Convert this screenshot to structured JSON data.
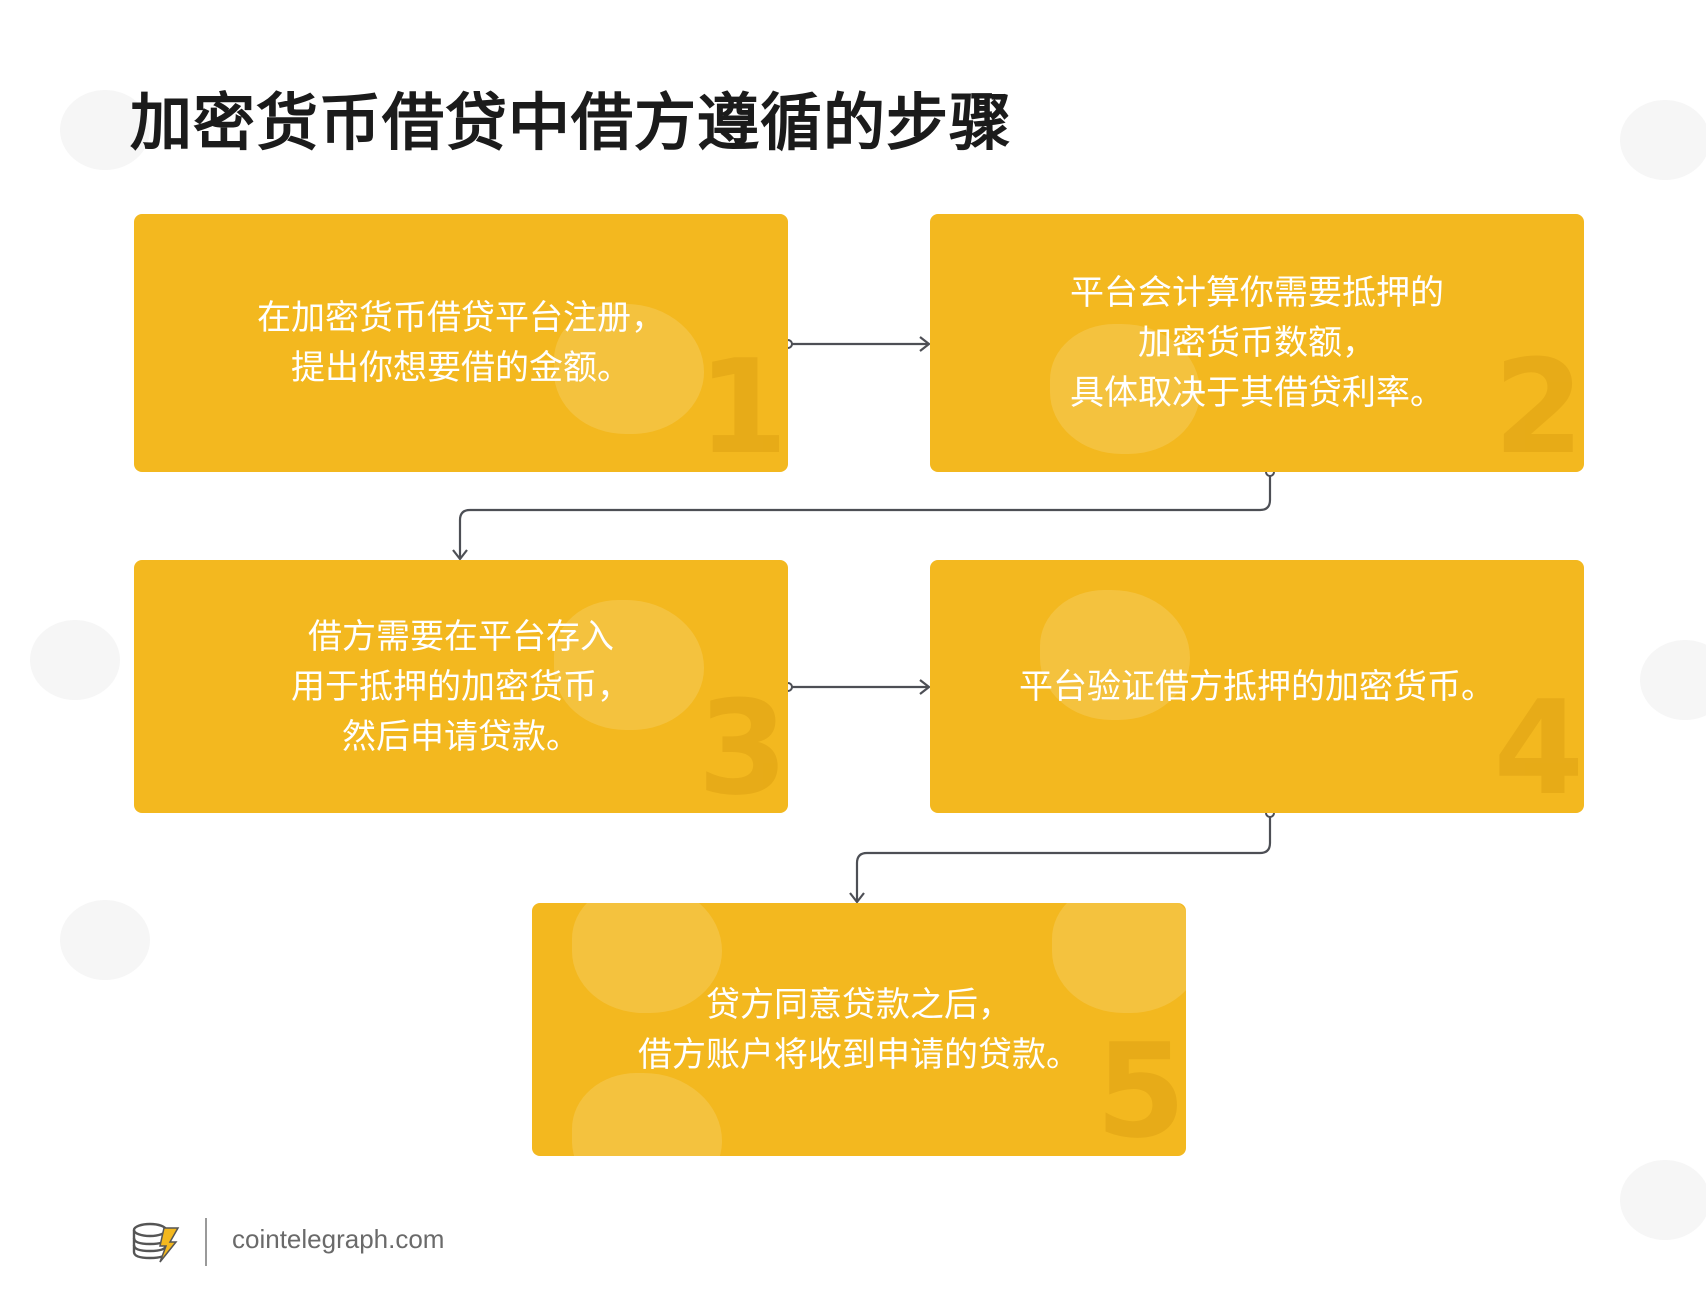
{
  "title": "加密货币借贷中借方遵循的步骤",
  "steps": [
    {
      "number": "1",
      "lines": [
        "在加密货币借贷平台注册，",
        "提出你想要借的金额。"
      ]
    },
    {
      "number": "2",
      "lines": [
        "平台会计算你需要抵押的",
        "加密货币数额，",
        "具体取决于其借贷利率。"
      ]
    },
    {
      "number": "3",
      "lines": [
        "借方需要在平台存入",
        "用于抵押的加密货币，",
        "然后申请贷款。"
      ]
    },
    {
      "number": "4",
      "lines": [
        "平台验证借方抵押的加密货币。"
      ]
    },
    {
      "number": "5",
      "lines": [
        "贷方同意贷款之后，",
        "借方账户将收到申请的贷款。"
      ]
    }
  ],
  "footer": {
    "site": "cointelegraph.com",
    "logo_icon": "cointelegraph-logo-icon"
  },
  "colors": {
    "box": "#f3b81f",
    "connector": "#4d4f55",
    "title": "#1b1b1b"
  }
}
